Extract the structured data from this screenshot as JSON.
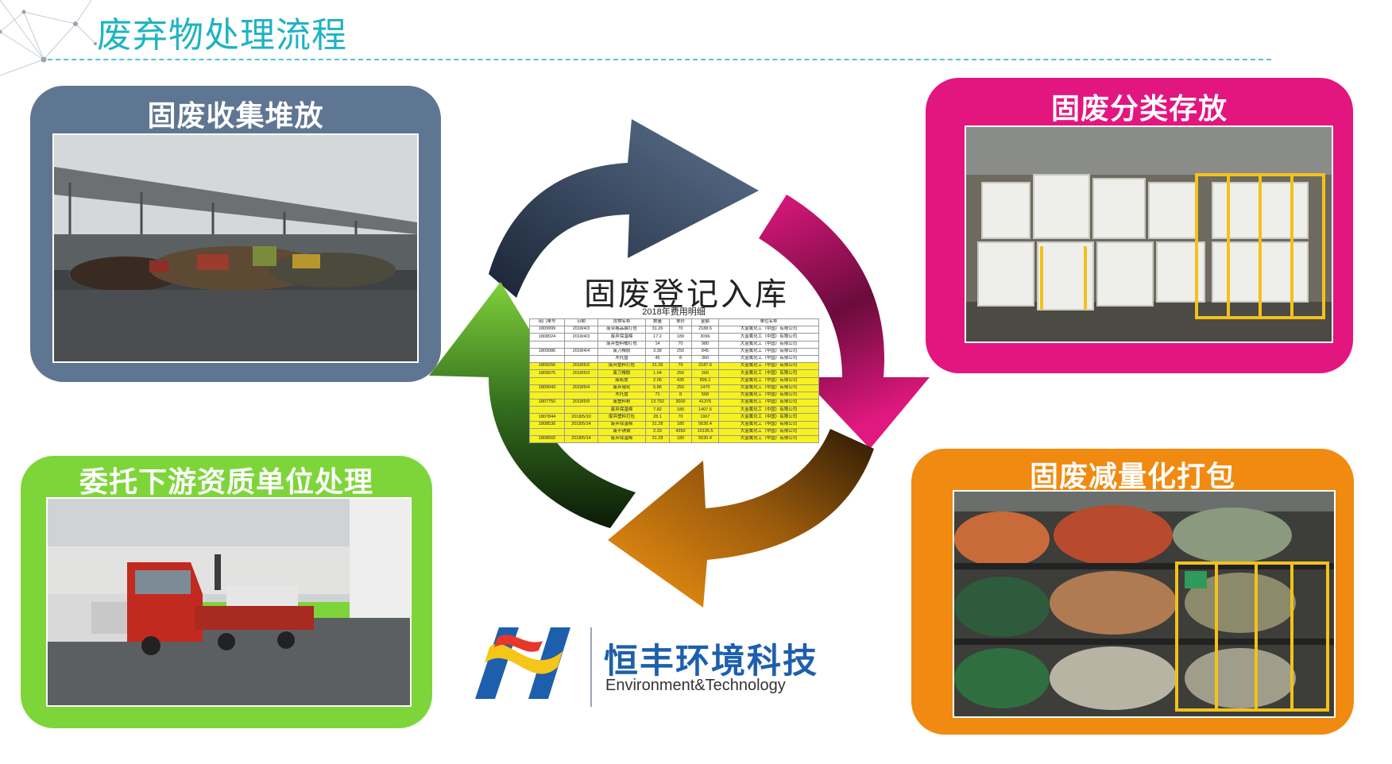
{
  "page": {
    "title": "废弃物处理流程"
  },
  "panels": [
    {
      "title": "固废收集堆放",
      "color": "#5f7693"
    },
    {
      "title": "固废分类存放",
      "color": "#e3157f"
    },
    {
      "title": "委托下游资质单位处理",
      "color": "#7ed53a"
    },
    {
      "title": "固废减量化打包",
      "color": "#f18a10"
    }
  ],
  "cycle": {
    "label": "固废登记入库",
    "arrow_colors": [
      "#2e3d55",
      "#c8126f",
      "#4ea42a",
      "#e58a10"
    ]
  },
  "ledger": {
    "caption": "2018年费用明细",
    "headers": [
      "出门单号",
      "日期",
      "货物名称",
      "数量",
      "单价",
      "金额",
      "单位名称"
    ],
    "rows": [
      [
        "1809999",
        "2018/4/3",
        "废合格品装打包",
        "31.26",
        "70",
        "2188.6",
        "大金氟化工（中国）有限公司",
        false
      ],
      [
        "1808024",
        "2018/4/3",
        "废弃保温棉",
        "17.2",
        "180",
        "3096",
        "大金氟化工（中国）有限公司",
        false
      ],
      [
        "",
        "",
        "废弃塑料桶打包",
        "14",
        "70",
        "980",
        "大金氟化工（中国）有限公司",
        false
      ],
      [
        "1809986",
        "2018/4/4",
        "废刀橡胶",
        "3.38",
        "250",
        "845",
        "大金氟化工（中国）有限公司",
        false
      ],
      [
        "",
        "",
        "木托盘",
        "45",
        "8",
        "360",
        "大金氟化工（中国）有限公司",
        false
      ],
      [
        "1809256",
        "2018/5/2",
        "废弃塑料打包",
        "31.26",
        "70",
        "2187.6",
        "大金氟化工（中国）有限公司",
        true
      ],
      [
        "1809075",
        "2018/5/3",
        "废刀橡胶",
        "1.04",
        "250",
        "260",
        "大金氟化工（中国）有限公司",
        true
      ],
      [
        "",
        "",
        "废纸皮",
        "2.06",
        "435",
        "896.1",
        "大金氟化工（中国）有限公司",
        true
      ],
      [
        "1809043",
        "2018/5/4",
        "废弃辊轮",
        "5.86",
        "250",
        "1470",
        "大金氟化工（中国）有限公司",
        true
      ],
      [
        "",
        "",
        "木托盘",
        "71",
        "8",
        "568",
        "大金氟化工（中国）有限公司",
        true
      ],
      [
        "1807750",
        "2018/5/9",
        "废塑料粉",
        "13.792",
        "3000",
        "41376",
        "大金氟化工（中国）有限公司",
        true
      ],
      [
        "",
        "",
        "废弃保温棉",
        "7.82",
        "180",
        "1407.6",
        "大金氟化工（中国）有限公司",
        true
      ],
      [
        "1807844",
        "2018/5/10",
        "废弃塑料打包",
        "28.1",
        "70",
        "1967",
        "大金氟化工（中国）有限公司",
        true
      ],
      [
        "1808536",
        "2018/5/14",
        "废弃保温棉",
        "31.28",
        "180",
        "5630.4",
        "大金氟化工（中国）有限公司",
        true
      ],
      [
        "",
        "",
        "废不锈钢",
        "2.33",
        "4350",
        "10135.5",
        "大金氟化工（中国）有限公司",
        true
      ],
      [
        "1808560",
        "2018/5/14",
        "废弃保温棉",
        "31.28",
        "180",
        "5630.4",
        "大金氟化工（中国）有限公司",
        true
      ]
    ]
  },
  "brand": {
    "name": "恒丰环境科技",
    "subtitle": "Environment&Technology",
    "colors": {
      "blue": "#1d5fad",
      "red": "#e8362b",
      "yellow": "#f5c518"
    }
  }
}
